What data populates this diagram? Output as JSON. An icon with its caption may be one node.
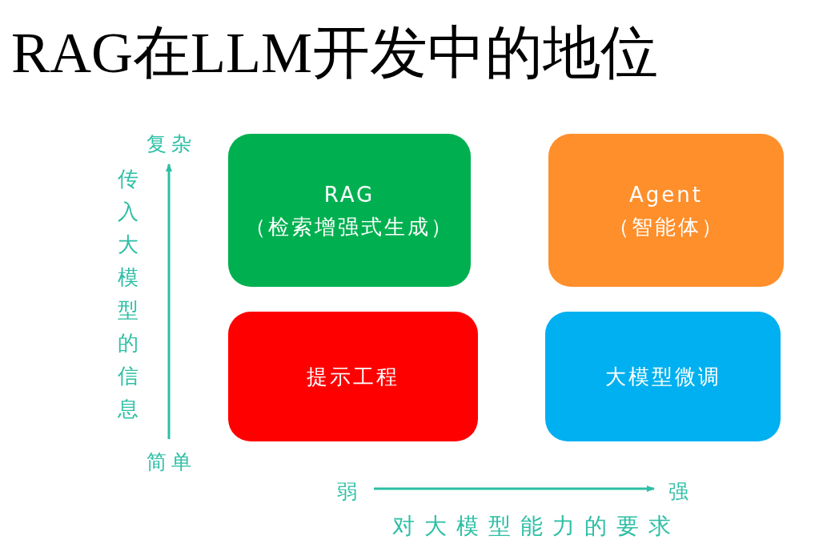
{
  "diagram": {
    "title": "RAG在LLM开发中的地位",
    "nodes": [
      {
        "text": [
          "RAG",
          "（检索增强式生成）"
        ]
      },
      {
        "text": [
          "Agent",
          "（智能体）"
        ]
      },
      {
        "text": [
          "提示工程"
        ]
      },
      {
        "text": [
          "大模型微调"
        ]
      }
    ],
    "edges": [],
    "labels": [
      "复杂",
      "传入大模型的信息",
      "简单",
      "弱",
      "强",
      "对大模型能力的要求"
    ]
  }
}
